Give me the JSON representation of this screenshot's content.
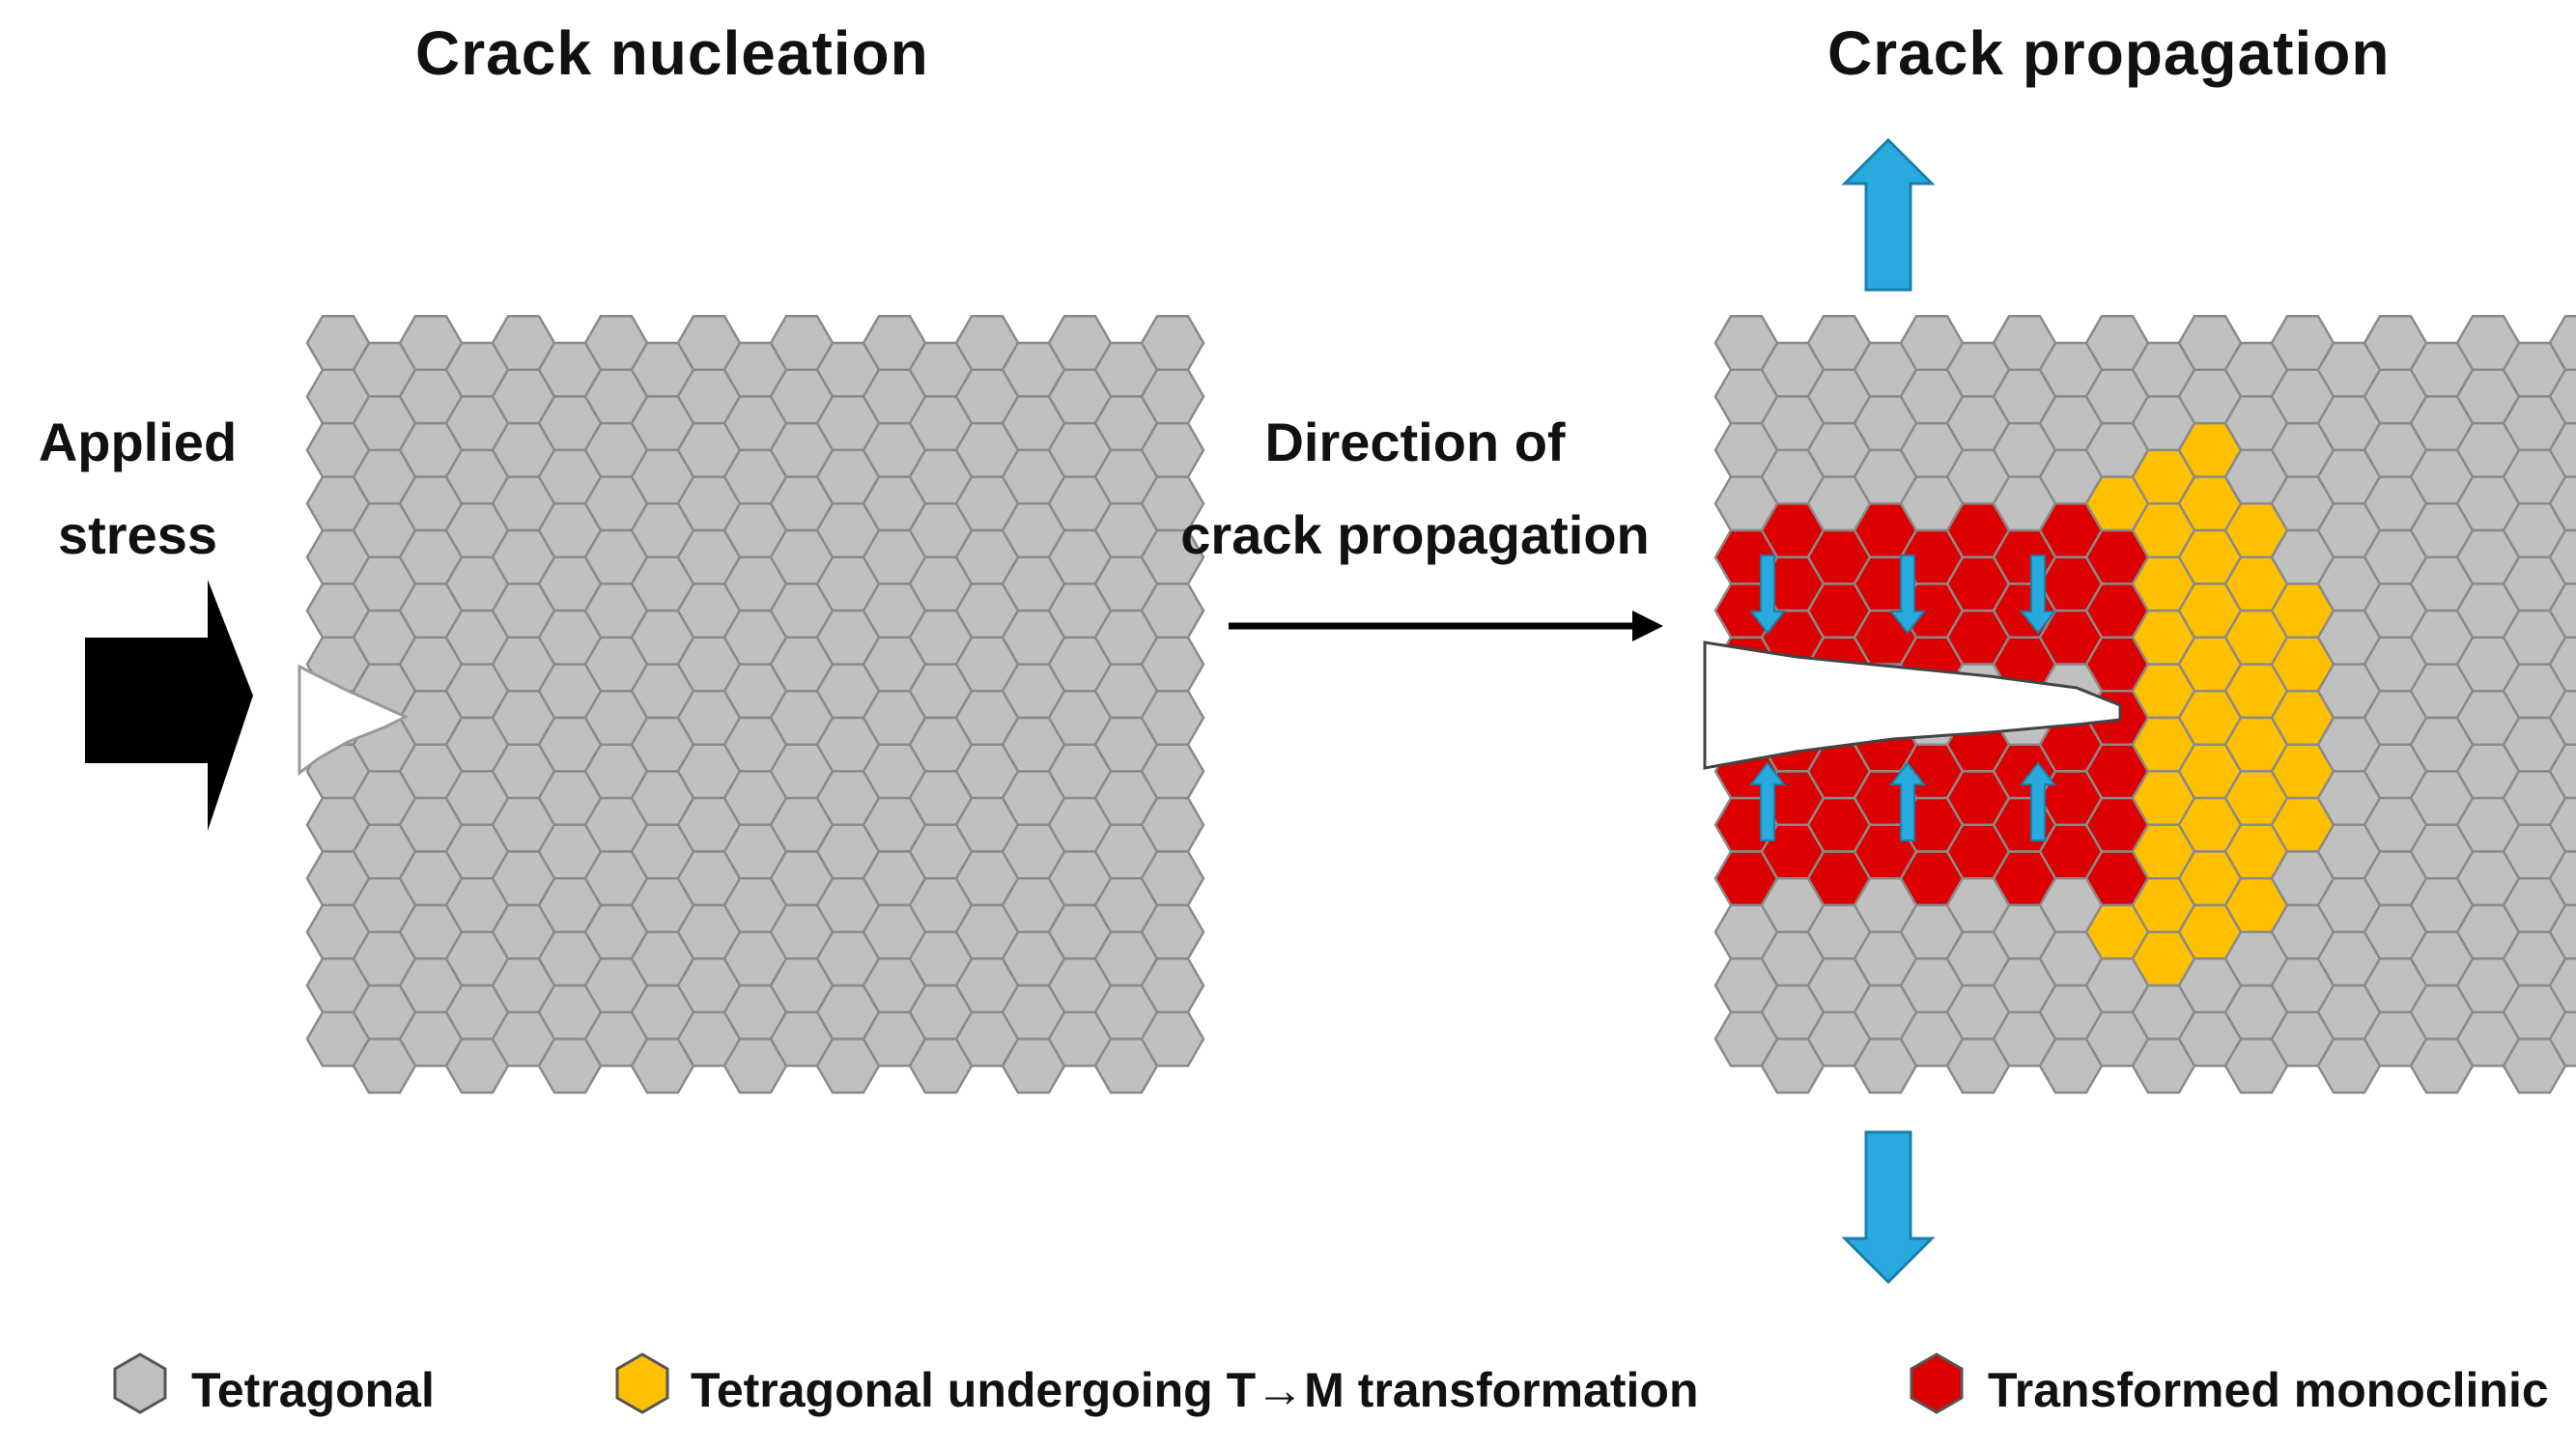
{
  "titles": {
    "left": "Crack nucleation",
    "right": "Crack propagation"
  },
  "labels": {
    "applied_stress_line1": "Applied",
    "applied_stress_line2": "stress",
    "direction_line1": "Direction of",
    "direction_line2": "crack propagation"
  },
  "legend": [
    {
      "label": "Tetragonal",
      "color": "#c0c0c0"
    },
    {
      "label": "Tetragonal undergoing T→M transformation",
      "color": "#ffc000"
    },
    {
      "label": "Transformed monoclinic",
      "color": "#dd0000"
    }
  ],
  "colors": {
    "tetragonal": "#c0c0c0",
    "transforming": "#ffc000",
    "monoclinic": "#dd0000",
    "stress_arrow": "#29aadf",
    "applied_stress_arrow": "#000000",
    "hex_stroke": "#8a8a8a"
  }
}
